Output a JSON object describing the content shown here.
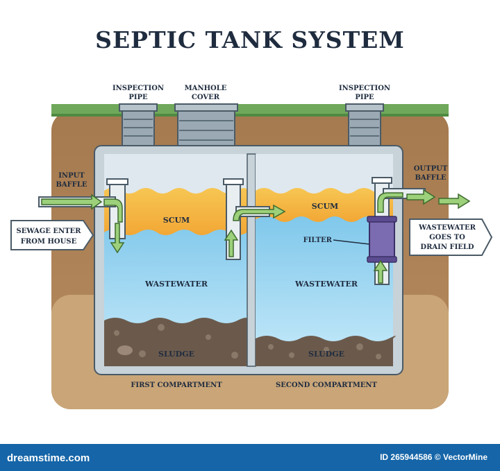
{
  "title": "SEPTIC TANK SYSTEM",
  "labels": {
    "inspection_pipe_left": [
      "INSPECTION",
      "PIPE"
    ],
    "manhole_cover": [
      "MANHOLE",
      "COVER"
    ],
    "inspection_pipe_right": [
      "INSPECTION",
      "PIPE"
    ],
    "input_baffle": [
      "INPUT",
      "BAFFLE"
    ],
    "output_baffle": [
      "OUTPUT",
      "BAFFLE"
    ],
    "sewage_enter": [
      "SEWAGE ENTER",
      "FROM HOUSE"
    ],
    "wastewater_out": [
      "WASTEWATER",
      "GOES TO",
      "DRAIN FIELD"
    ],
    "scum_left": "SCUM",
    "scum_right": "SCUM",
    "wastewater_left": "WASTEWATER",
    "wastewater_right": "WASTEWATER",
    "sludge_left": "SLUDGE",
    "sludge_right": "SLUDGE",
    "filter": "FILTER",
    "first_compartment": "FIRST COMPARTMENT",
    "second_compartment": "SECOND COMPARTMENT"
  },
  "footer": {
    "logo": "dreamstime.com",
    "id_text": "ID 265944586 © VectorMine"
  },
  "colors": {
    "grass": "#6fa85a",
    "soil": "#a97d52",
    "soil_light": "#c49a6c",
    "scum": "#f5b53c",
    "wastewater": "#8ed1ee",
    "sludge": "#6b5a4c",
    "arrow": "#9cd07a",
    "footer": "#1565a8"
  }
}
